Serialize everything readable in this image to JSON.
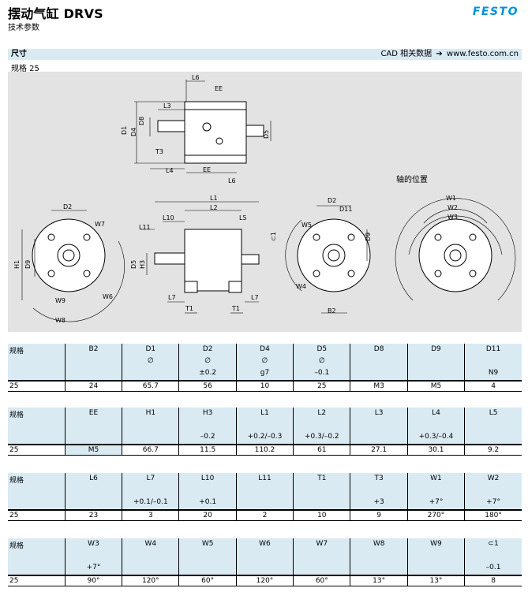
{
  "header": {
    "title": "摆动气缸 DRVS",
    "subtitle": "技术参数",
    "logo": "FESTO"
  },
  "section": {
    "title": "尺寸",
    "cad_text": "CAD 相关数据",
    "cad_url": "www.festo.com.cn",
    "size_label": "规格 25"
  },
  "drawing": {
    "axis_caption": "轴的位置",
    "labels": {
      "L6": "L6",
      "EE": "EE",
      "L3": "L3",
      "D1": "D1",
      "D4": "D4",
      "D8": "D8",
      "D5": "D5",
      "T3": "T3",
      "L4": "L4",
      "L1": "L1",
      "L2": "L2",
      "L10": "L10",
      "L5": "L5",
      "L11": "L11",
      "H3": "H3",
      "L7": "L7",
      "T1": "T1",
      "D2": "D2",
      "D11": "D11",
      "D9": "D9",
      "W5": "W5",
      "W4": "W4",
      "B2": "B2",
      "H1": "H1",
      "W7": "W7",
      "W6": "W6",
      "W9": "W9",
      "W8": "W8",
      "W1": "W1",
      "W2": "W2",
      "W3": "W3",
      "sym": "⊂1"
    }
  },
  "tables": [
    {
      "headers": [
        {
          "name": "规格",
          "sym": "",
          "tol": ""
        },
        {
          "name": "B2",
          "sym": "",
          "tol": ""
        },
        {
          "name": "D1",
          "sym": "∅",
          "tol": ""
        },
        {
          "name": "D2",
          "sym": "∅",
          "tol": "±0.2"
        },
        {
          "name": "D4",
          "sym": "∅",
          "tol": "g7"
        },
        {
          "name": "D5",
          "sym": "∅",
          "tol": "–0.1"
        },
        {
          "name": "D8",
          "sym": "",
          "tol": ""
        },
        {
          "name": "D9",
          "sym": "",
          "tol": ""
        },
        {
          "name": "D11",
          "sym": "",
          "tol": "N9"
        }
      ],
      "values": [
        "25",
        "24",
        "65.7",
        "56",
        "10",
        "25",
        "M3",
        "M5",
        "4"
      ]
    },
    {
      "headers": [
        {
          "name": "规格",
          "sym": "",
          "tol": ""
        },
        {
          "name": "EE",
          "sym": "",
          "tol": ""
        },
        {
          "name": "H1",
          "sym": "",
          "tol": ""
        },
        {
          "name": "H3",
          "sym": "",
          "tol": "–0.2"
        },
        {
          "name": "L1",
          "sym": "",
          "tol": "+0.2/–0.3"
        },
        {
          "name": "L2",
          "sym": "",
          "tol": "+0.3/–0.2"
        },
        {
          "name": "L3",
          "sym": "",
          "tol": ""
        },
        {
          "name": "L4",
          "sym": "",
          "tol": "+0.3/–0.4"
        },
        {
          "name": "L5",
          "sym": "",
          "tol": ""
        }
      ],
      "values": [
        "25",
        "M5",
        "66.7",
        "11.5",
        "110.2",
        "61",
        "27.1",
        "30.1",
        "9.2"
      ]
    },
    {
      "headers": [
        {
          "name": "规格",
          "sym": "",
          "tol": ""
        },
        {
          "name": "L6",
          "sym": "",
          "tol": ""
        },
        {
          "name": "L7",
          "sym": "",
          "tol": "+0.1/–0.1"
        },
        {
          "name": "L10",
          "sym": "",
          "tol": "+0.1"
        },
        {
          "name": "L11",
          "sym": "",
          "tol": ""
        },
        {
          "name": "T1",
          "sym": "",
          "tol": ""
        },
        {
          "name": "T3",
          "sym": "",
          "tol": "+3"
        },
        {
          "name": "W1",
          "sym": "",
          "tol": "+7°"
        },
        {
          "name": "W2",
          "sym": "",
          "tol": "+7°"
        }
      ],
      "values": [
        "25",
        "23",
        "3",
        "20",
        "2",
        "10",
        "9",
        "270°",
        "180°"
      ]
    },
    {
      "headers": [
        {
          "name": "规格",
          "sym": "",
          "tol": ""
        },
        {
          "name": "W3",
          "sym": "",
          "tol": "+7°"
        },
        {
          "name": "W4",
          "sym": "",
          "tol": ""
        },
        {
          "name": "W5",
          "sym": "",
          "tol": ""
        },
        {
          "name": "W6",
          "sym": "",
          "tol": ""
        },
        {
          "name": "W7",
          "sym": "",
          "tol": ""
        },
        {
          "name": "W8",
          "sym": "",
          "tol": ""
        },
        {
          "name": "W9",
          "sym": "",
          "tol": ""
        },
        {
          "name": "⊂1",
          "sym": "",
          "tol": "–0.1"
        }
      ],
      "values": [
        "25",
        "90°",
        "120°",
        "60°",
        "120°",
        "60°",
        "13°",
        "13°",
        "8"
      ]
    }
  ]
}
